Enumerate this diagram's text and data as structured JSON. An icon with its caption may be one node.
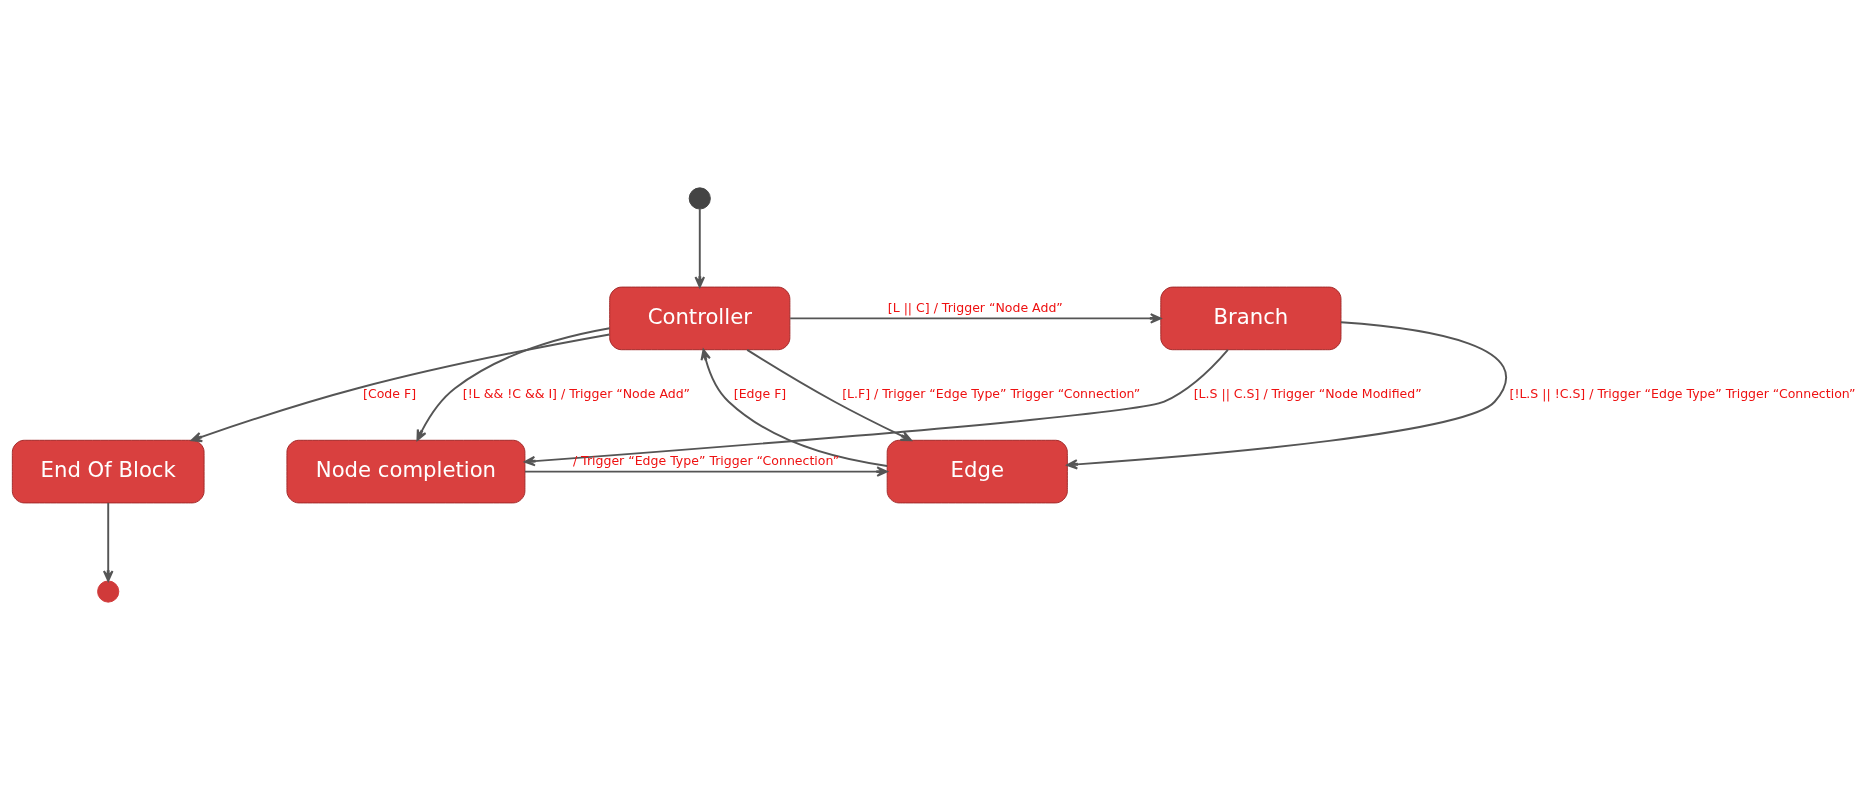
{
  "diagram": {
    "nodes": [
      {
        "text": [],
        "shape": "circle"
      },
      {
        "text": [
          "Controller"
        ]
      },
      {
        "text": [
          "Branch"
        ]
      },
      {
        "text": [
          "End Of Block"
        ]
      },
      {
        "text": [
          "Edge"
        ]
      },
      {
        "text": [
          "Node completion"
        ]
      },
      {
        "text": [],
        "shape": "circle"
      }
    ],
    "edges": [
      {
        "from": 0,
        "to": 1,
        "arrow": "to"
      },
      {
        "from": 1,
        "to": 2,
        "arrow": "to",
        "label": "[L || C] / Trigger “Node Add”"
      },
      {
        "from": 1,
        "to": 3,
        "arrow": "to",
        "label": "[Code F]"
      },
      {
        "from": 1,
        "to": 5,
        "arrow": "to",
        "label": "[!L && !C && I] / Trigger “Node Add”"
      },
      {
        "from": 1,
        "to": 4,
        "arrow": "to",
        "label": "[L.F] / Trigger “Edge Type” Trigger “Connection”"
      },
      {
        "from": 4,
        "to": 1,
        "arrow": "to",
        "label": "[Edge F]"
      },
      {
        "from": 2,
        "to": 4,
        "arrow": "to",
        "label": "[!L.S || !C.S] / Trigger “Edge Type” Trigger “Connection”"
      },
      {
        "from": 2,
        "to": 5,
        "arrow": "to",
        "label": "[L.S || C.S] / Trigger “Node Modified”"
      },
      {
        "from": 5,
        "to": 4,
        "arrow": "to",
        "label": "/ Trigger “Edge Type” Trigger “Connection”"
      },
      {
        "from": 3,
        "to": 6,
        "arrow": "to"
      }
    ]
  }
}
